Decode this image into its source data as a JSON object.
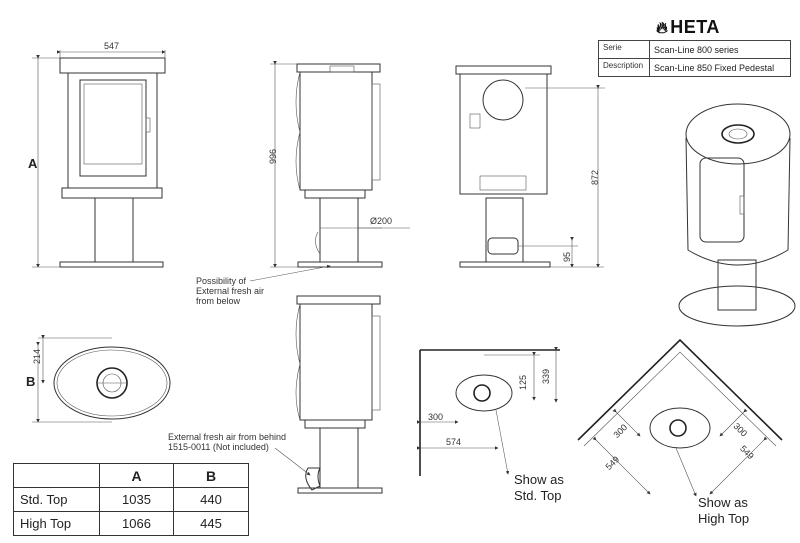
{
  "logo": {
    "text": "HETA"
  },
  "info_table": {
    "rows": [
      {
        "key": "Serie",
        "value": "Scan-Line 800 series"
      },
      {
        "key": "Description",
        "value": "Scan-Line 850 Fixed Pedestal"
      }
    ]
  },
  "dimension_labels": {
    "width_547": "547",
    "height_A": "A",
    "height_996": "996",
    "dia_200": "Ø200",
    "height_872": "872",
    "height_95": "95",
    "depth_214": "214",
    "depth_B": "B",
    "wall_300_std": "300",
    "wall_574": "574",
    "wall_125": "125",
    "wall_339": "339",
    "corner_300_left": "300",
    "corner_300_right": "300",
    "corner_549_left": "549",
    "corner_549_right": "549"
  },
  "notes": {
    "fresh_air_below": [
      "Possibility of",
      "External fresh air",
      "from below"
    ],
    "fresh_air_behind": [
      "External fresh air from behind",
      "1515-0011 (Not included)"
    ],
    "std_top": [
      "Show as",
      "Std. Top"
    ],
    "high_top": [
      "Show as",
      "High Top"
    ]
  },
  "ab_table": {
    "headers": [
      "",
      "A",
      "B"
    ],
    "rows": [
      [
        "Std.  Top",
        "1035",
        "440"
      ],
      [
        "High Top",
        "1066",
        "445"
      ]
    ]
  }
}
